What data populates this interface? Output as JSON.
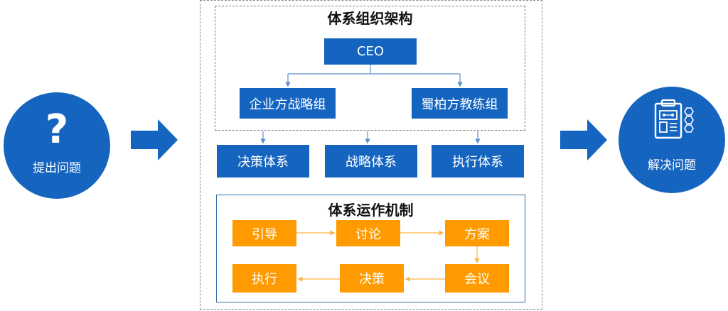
{
  "left_circle": {
    "icon": "question-mark-icon",
    "icon_text": "?",
    "label": "提出问题"
  },
  "right_circle": {
    "icon": "clipboard-plan-icon",
    "label": "解决问题"
  },
  "org": {
    "title": "体系组织架构",
    "ceo": "CEO",
    "groups": [
      "企业方战略组",
      "蜀柏方教练组"
    ]
  },
  "systems": [
    "决策体系",
    "战略体系",
    "执行体系"
  ],
  "mechanism": {
    "title": "体系运作机制",
    "steps": [
      "引导",
      "讨论",
      "方案",
      "会议",
      "决策",
      "执行"
    ]
  },
  "colors": {
    "blue": "#1565c0",
    "orange": "#ff9b00",
    "connector_blue": "#5b8fcf",
    "connector_orange": "#ffb347"
  }
}
